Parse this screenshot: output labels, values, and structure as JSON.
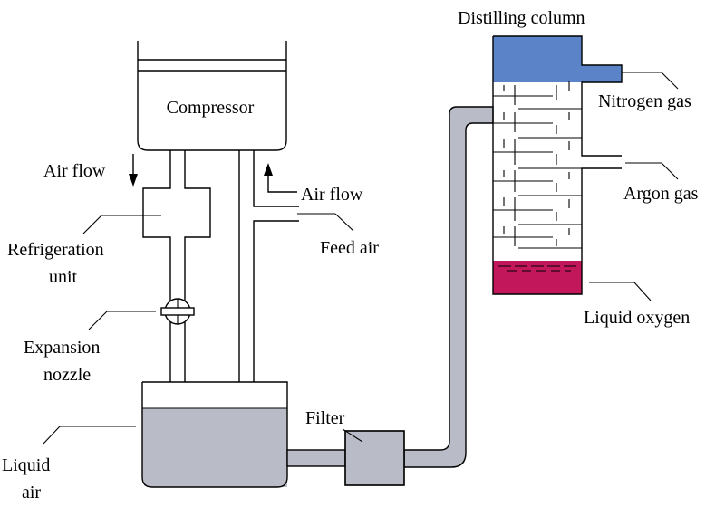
{
  "labels": {
    "compressor": "Compressor",
    "air_flow_left": "Air flow",
    "air_flow_right": "Air flow",
    "feed_air": "Feed air",
    "refrigeration_unit_line1": "Refrigeration",
    "refrigeration_unit_line2": "unit",
    "expansion_nozzle_line1": "Expansion",
    "expansion_nozzle_line2": "nozzle",
    "liquid_air_line1": "Liquid",
    "liquid_air_line2": "air",
    "filter": "Filter",
    "distilling_column": "Distilling column",
    "nitrogen_gas": "Nitrogen gas",
    "argon_gas": "Argon gas",
    "liquid_oxygen": "Liquid oxygen"
  },
  "colors": {
    "liquid_air": "#b9bcc6",
    "pipe": "#b9bcc6",
    "nitrogen": "#5b84c8",
    "oxygen": "#c2185b",
    "stroke": "#000000"
  }
}
